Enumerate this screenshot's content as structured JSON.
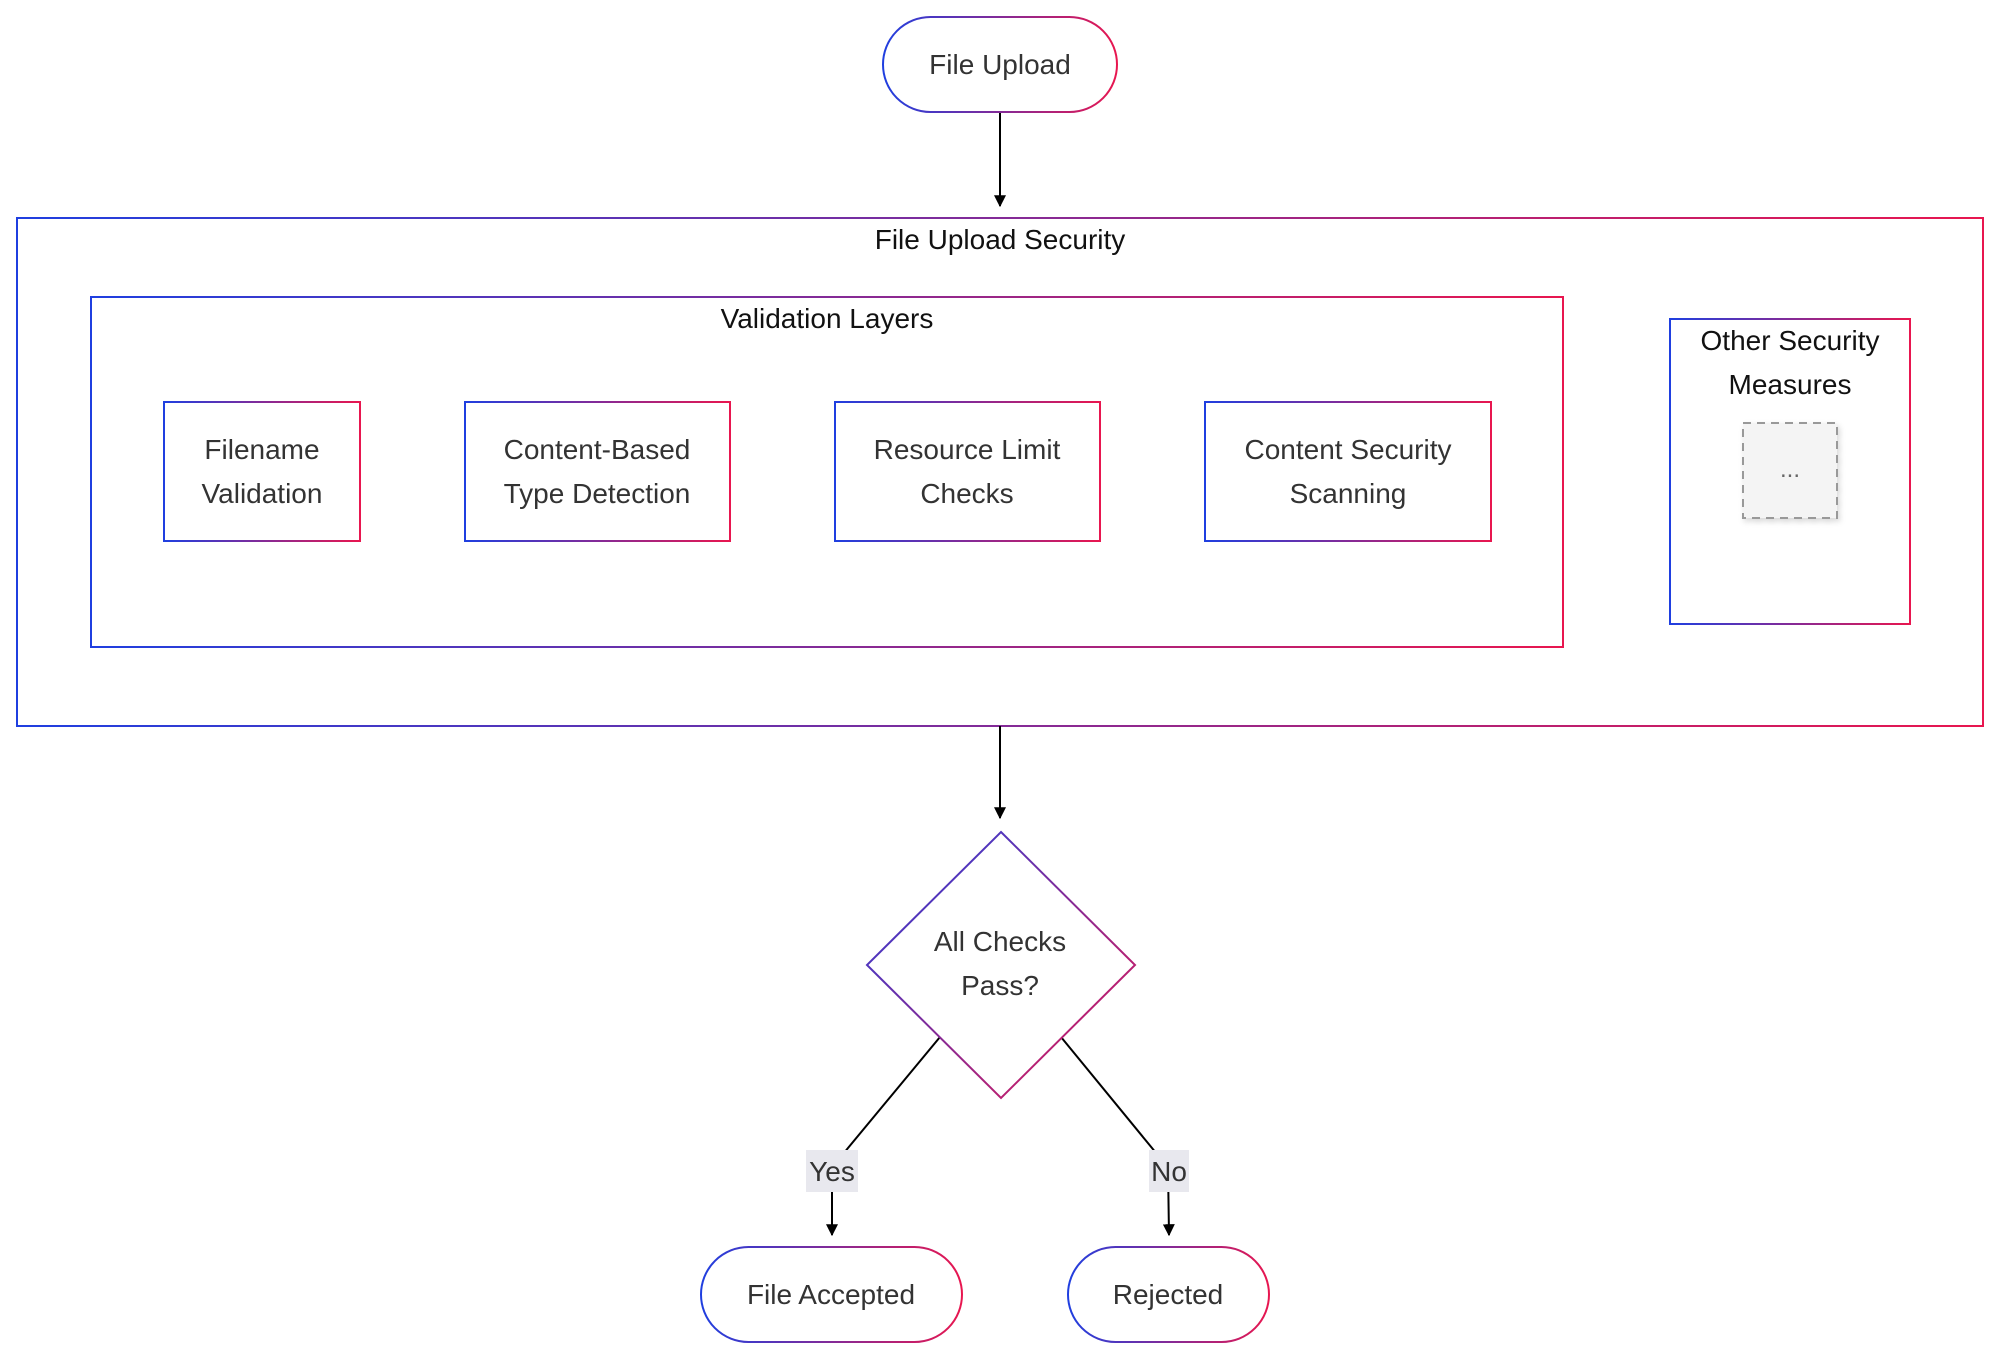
{
  "nodes": {
    "file_upload": "File Upload",
    "filename_validation": [
      "Filename",
      "Validation"
    ],
    "content_type_detection": [
      "Content-Based",
      "Type Detection"
    ],
    "resource_limit_checks": [
      "Resource Limit",
      "Checks"
    ],
    "content_security_scanning": [
      "Content Security",
      "Scanning"
    ],
    "more_measures": "...",
    "decision": [
      "All Checks",
      "Pass?"
    ],
    "file_accepted": "File Accepted",
    "rejected": "Rejected"
  },
  "clusters": {
    "security": "File Upload Security",
    "validation": "Validation Layers",
    "other": [
      "Other Security",
      "Measures"
    ]
  },
  "edges": {
    "yes_label": "Yes",
    "no_label": "No"
  },
  "colors": {
    "gradient_start": "#1f3fe0",
    "gradient_end": "#e8164f",
    "edge": "#000000",
    "edge_label_bg": "#e8e8ee",
    "placeholder_fill": "#f4f4f4",
    "placeholder_stroke": "#999999"
  }
}
